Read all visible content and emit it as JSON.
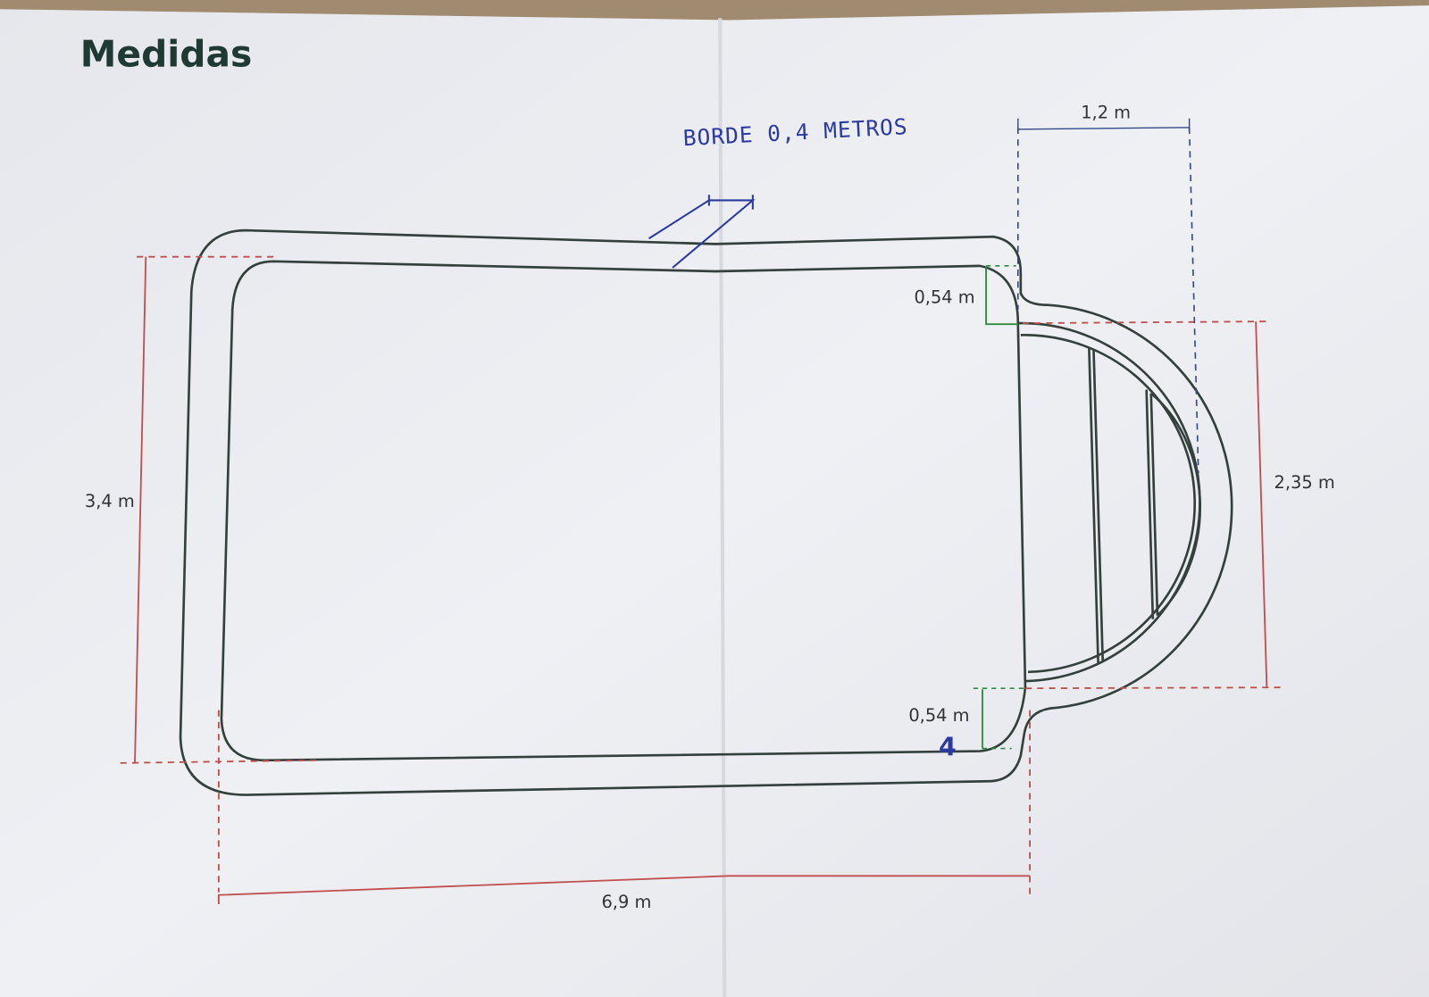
{
  "title": "Medidas",
  "annotation_handwritten": "BORDE 0,4 METROS",
  "dimensions": {
    "width_total": "6,9 m",
    "height_total": "3,4 m",
    "step_width": "1,2 m",
    "step_height": "2,35 m",
    "top_offset": "0,54 m",
    "bottom_offset": "0,54 m",
    "bottom_offset_correction": "4"
  }
}
